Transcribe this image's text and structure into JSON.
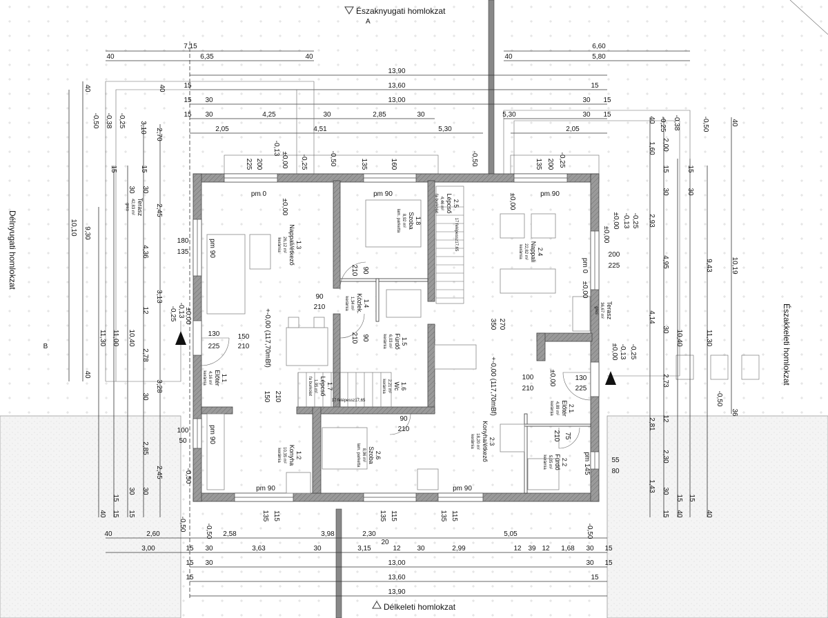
{
  "facades": {
    "north_west": "Északnyugati homlokzat",
    "south_west": "Délnyugati homlokzat",
    "north_east": "Északkeleti homlokzat",
    "south_east": "Délkeleti homlokzat",
    "section_mark": "A",
    "side_mark": "B"
  },
  "dims_top": [
    "7,15",
    "6,60",
    "40",
    "6,35",
    "40",
    "40",
    "5,80",
    "13,90",
    "15",
    "13,60",
    "15",
    "15",
    "30",
    "13,00",
    "30",
    "15",
    "15",
    "30",
    "4,25",
    "30",
    "2,85",
    "30",
    "5,30",
    "30",
    "15",
    "2,05",
    "4,51",
    "5,30",
    "2,05"
  ],
  "dims_bottom": [
    "40",
    "2,60",
    "2,58",
    "3,98",
    "2,30",
    "20",
    "5,05",
    "3,00",
    "15",
    "30",
    "3,63",
    "30",
    "3,15",
    "12",
    "30",
    "2,99",
    "12",
    "39",
    "12",
    "1,68",
    "30",
    "15",
    "15",
    "30",
    "13,00",
    "30",
    "15",
    "15",
    "13,60",
    "15",
    "13,90"
  ],
  "dims_left": [
    "-0,50",
    "-0,38",
    "-0,25",
    "3,10",
    "2,70",
    "40",
    "40",
    "10,10",
    "9,30",
    "2,45",
    "4,36",
    "3,13",
    "15",
    "15",
    "30",
    "30",
    "12",
    "11,30",
    "11,00",
    "10,40",
    "2,78",
    "40",
    "3,28",
    "30",
    "2,85",
    "2,45",
    "30",
    "30",
    "15",
    "15",
    "40",
    "15",
    "-0,50",
    "B"
  ],
  "dims_right": [
    "-0,25",
    "-0,38",
    "-0,50",
    "40",
    "40",
    "1,60",
    "2,00",
    "15",
    "15",
    "30",
    "30",
    "2,93",
    "4,95",
    "9,43",
    "10,19",
    "4,14",
    "30",
    "10,40",
    "11,30",
    "2,73",
    "-0,50",
    "36",
    "12",
    "2,81",
    "2,30",
    "1,43",
    "30",
    "15",
    "15",
    "40",
    "40",
    "15"
  ],
  "openings": [
    "225",
    "200",
    "135",
    "160",
    "135",
    "200",
    "-0,13",
    "±0,00",
    "-0,25",
    "-0,50",
    "-0,50",
    "-0,25",
    "pm 0",
    "pm 90",
    "pm 90",
    "pm 90",
    "pm 0",
    "pm 90",
    "pm 90",
    "pm 145",
    "pm 90",
    "130",
    "225",
    "150",
    "210",
    "90",
    "210",
    "90",
    "210",
    "90",
    "210",
    "100",
    "210",
    "130",
    "225",
    "90",
    "210",
    "75",
    "210",
    "180",
    "135",
    "100",
    "50",
    "55",
    "80",
    "200",
    "225",
    "150",
    "210",
    "350",
    "270",
    "135",
    "115",
    "135",
    "115",
    "135",
    "115",
    "+-0,00 (117,70mBf)",
    "+-0,00 (117,70mBf)",
    "±0,00",
    "±0,00",
    "±0,00",
    "±0,00",
    "±0,00",
    "-0,13",
    "-0,25",
    "±0,00",
    "-0,13",
    "-0,25",
    "-0,50",
    "-0,50",
    "-0,50",
    "-0,13",
    "-0,25",
    "±0,00",
    "±0,00"
  ],
  "rooms": [
    {
      "id": "1.3",
      "name": "Nappali/étkező",
      "area": "26,12 m²",
      "floor": "kerámia"
    },
    {
      "id": "1.8",
      "name": "Szoba",
      "area": "8,92 m²",
      "floor": "lam. parketta"
    },
    {
      "id": "1.4",
      "name": "Közlek.",
      "area": "1,34 m²",
      "floor": "kerámia"
    },
    {
      "id": "1.5",
      "name": "Fürdő",
      "area": "6,03 m²",
      "floor": "kerámia"
    },
    {
      "id": "1.7",
      "name": "Lépcső",
      "area": "1,95 m²",
      "floor": "fa burkolat"
    },
    {
      "id": "1.6",
      "name": "Wc",
      "area": "2,21 m²",
      "floor": "kerámia"
    },
    {
      "id": "1.1",
      "name": "Előtér",
      "area": "4,16 m²",
      "floor": "kerámia"
    },
    {
      "id": "1.2",
      "name": "Konyha",
      "area": "10,35 m²",
      "floor": "kerámia"
    },
    {
      "id": "2.6",
      "name": "Szoba",
      "area": "8,96 m²",
      "floor": "lam. parketta"
    },
    {
      "id": "2.3",
      "name": "Konyha/étkező",
      "area": "18,20 m²",
      "floor": "kerámia"
    },
    {
      "id": "2.4",
      "name": "Nappali",
      "area": "22,82 m²",
      "floor": "kerámia"
    },
    {
      "id": "2.5",
      "name": "Lépcső",
      "area": "4,46 m²",
      "floor": "fa burkolat"
    },
    {
      "id": "2.1",
      "name": "Előtér",
      "area": "4,89 m²",
      "floor": "kerámia"
    },
    {
      "id": "2.2",
      "name": "Fürdő",
      "area": "5,05 m²",
      "floor": "kerámia"
    },
    {
      "id": "",
      "name": "Terasz",
      "area": "42,83 m²",
      "floor": "gres"
    },
    {
      "id": "",
      "name": "Terasz",
      "area": "36,67 m²",
      "floor": "gres"
    }
  ],
  "stair_notes": [
    "17 felépessz17,65",
    "17 felépessz17,65"
  ],
  "colors": {
    "wall": "#9a9a9a",
    "wall_stroke": "#444444",
    "line": "#333333",
    "hatch_area": "#eeeeee"
  }
}
